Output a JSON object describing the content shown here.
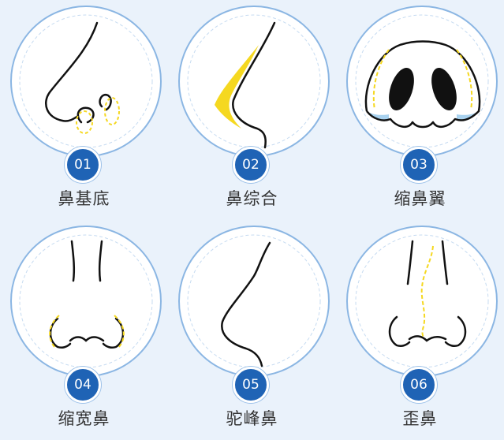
{
  "items": [
    {
      "number": "01",
      "label": "鼻基底"
    },
    {
      "number": "02",
      "label": "鼻综合"
    },
    {
      "number": "03",
      "label": "缩鼻翼"
    },
    {
      "number": "04",
      "label": "缩宽鼻"
    },
    {
      "number": "05",
      "label": "驼峰鼻"
    },
    {
      "number": "06",
      "label": "歪鼻"
    }
  ],
  "colors": {
    "badge": "#1f63b5",
    "ring": "#8bb6e3",
    "highlight": "#f5d820",
    "shade": "#a9d2ef",
    "line": "#111111"
  }
}
